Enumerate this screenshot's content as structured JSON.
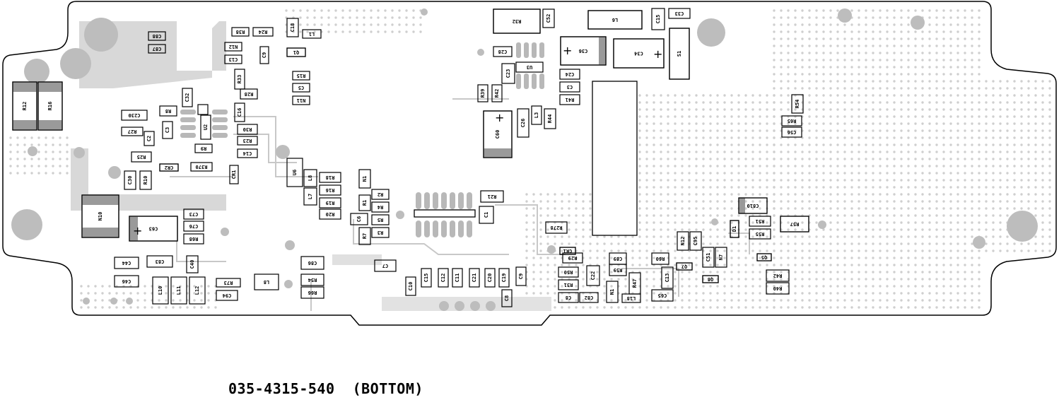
{
  "drawing": {
    "part_caption": "035-4315-540  (BOTTOM)"
  },
  "components": [
    {
      "ref": "C88",
      "rot": 0
    },
    {
      "ref": "C87",
      "rot": 0
    },
    {
      "ref": "R38",
      "rot": 0
    },
    {
      "ref": "R24",
      "rot": 0
    },
    {
      "ref": "C18",
      "rot": 90
    },
    {
      "ref": "L1",
      "rot": 0
    },
    {
      "ref": "N12",
      "rot": 0
    },
    {
      "ref": "C13",
      "rot": 0
    },
    {
      "ref": "Q1",
      "rot": 0
    },
    {
      "ref": "C9",
      "rot": 90
    },
    {
      "ref": "R33",
      "rot": 90
    },
    {
      "ref": "R15",
      "rot": 0
    },
    {
      "ref": "C5",
      "rot": 0
    },
    {
      "ref": "N11",
      "rot": 0
    },
    {
      "ref": "R28",
      "rot": 0
    },
    {
      "ref": "C16",
      "rot": 90
    },
    {
      "ref": "R30",
      "rot": 0
    },
    {
      "ref": "R23",
      "rot": 0
    },
    {
      "ref": "C14",
      "rot": 0
    },
    {
      "ref": "R12",
      "rot": 90
    },
    {
      "ref": "R16",
      "rot": 90
    },
    {
      "ref": "C32",
      "rot": 90
    },
    {
      "ref": "R8",
      "rot": 0
    },
    {
      "ref": "C230",
      "rot": 0
    },
    {
      "ref": "R27",
      "rot": 0
    },
    {
      "ref": "C2",
      "rot": 90
    },
    {
      "ref": "C3",
      "rot": 90
    },
    {
      "ref": "U2",
      "rot": 90
    },
    {
      "ref": "R9",
      "rot": 0
    },
    {
      "ref": "R25",
      "rot": 0
    },
    {
      "ref": "CR2",
      "rot": 0
    },
    {
      "ref": "R370",
      "rot": 0
    },
    {
      "ref": "CR1",
      "rot": 90
    },
    {
      "ref": "C30",
      "rot": 90
    },
    {
      "ref": "R10",
      "rot": 90
    },
    {
      "ref": "N10",
      "rot": 90
    },
    {
      "ref": "C73",
      "rot": 0
    },
    {
      "ref": "C76",
      "rot": 0
    },
    {
      "ref": "C63",
      "rot": 0
    },
    {
      "ref": "R68",
      "rot": 0
    },
    {
      "ref": "C44",
      "rot": 0
    },
    {
      "ref": "C83",
      "rot": 0
    },
    {
      "ref": "C46",
      "rot": 0
    },
    {
      "ref": "C40",
      "rot": 90
    },
    {
      "ref": "L10",
      "rot": 90
    },
    {
      "ref": "L11",
      "rot": 90
    },
    {
      "ref": "L12",
      "rot": 90
    },
    {
      "ref": "R73",
      "rot": 0
    },
    {
      "ref": "C94",
      "rot": 0
    },
    {
      "ref": "L8",
      "rot": 0
    },
    {
      "ref": "C86",
      "rot": 0
    },
    {
      "ref": "R54",
      "rot": 0
    },
    {
      "ref": "R66",
      "rot": 0
    },
    {
      "ref": "U6",
      "rot": 90
    },
    {
      "ref": "L8",
      "rot": 90
    },
    {
      "ref": "L7",
      "rot": 90
    },
    {
      "ref": "R18",
      "rot": 0
    },
    {
      "ref": "R16",
      "rot": 0
    },
    {
      "ref": "R19",
      "rot": 0
    },
    {
      "ref": "R20",
      "rot": 0
    },
    {
      "ref": "N1",
      "rot": 90
    },
    {
      "ref": "R1",
      "rot": 90
    },
    {
      "ref": "C6",
      "rot": 90
    },
    {
      "ref": "R7",
      "rot": 90
    },
    {
      "ref": "R2",
      "rot": 0
    },
    {
      "ref": "R4",
      "rot": 0
    },
    {
      "ref": "R5",
      "rot": 0
    },
    {
      "ref": "R3",
      "rot": 0
    },
    {
      "ref": "R21",
      "rot": 0
    },
    {
      "ref": "C1",
      "rot": 90
    },
    {
      "ref": "C7",
      "rot": 0
    },
    {
      "ref": "C10",
      "rot": 90
    },
    {
      "ref": "C15",
      "rot": 90
    },
    {
      "ref": "C12",
      "rot": 90
    },
    {
      "ref": "C11",
      "rot": 90
    },
    {
      "ref": "C21",
      "rot": 90
    },
    {
      "ref": "C20",
      "rot": 90
    },
    {
      "ref": "C19",
      "rot": 90
    },
    {
      "ref": "C8",
      "rot": 90
    },
    {
      "ref": "C9",
      "rot": 90
    },
    {
      "ref": "R32",
      "rot": 0
    },
    {
      "ref": "C52",
      "rot": 90
    },
    {
      "ref": "C28",
      "rot": 0
    },
    {
      "ref": "C23",
      "rot": 90
    },
    {
      "ref": "U3",
      "rot": 0
    },
    {
      "ref": "R39",
      "rot": 90
    },
    {
      "ref": "R42",
      "rot": 90
    },
    {
      "ref": "C60",
      "rot": 90
    },
    {
      "ref": "C26",
      "rot": 90
    },
    {
      "ref": "L3",
      "rot": 90
    },
    {
      "ref": "R44",
      "rot": 90
    },
    {
      "ref": "L6",
      "rot": 0
    },
    {
      "ref": "C36",
      "rot": 0
    },
    {
      "ref": "C15",
      "rot": 90
    },
    {
      "ref": "C33",
      "rot": 0
    },
    {
      "ref": "C34",
      "rot": 0
    },
    {
      "ref": "S1",
      "rot": 90
    },
    {
      "ref": "C24",
      "rot": 0
    },
    {
      "ref": "C3",
      "rot": 0
    },
    {
      "ref": "R41",
      "rot": 0
    },
    {
      "ref": "R278",
      "rot": 0
    },
    {
      "ref": "CR1",
      "rot": 0
    },
    {
      "ref": "R29",
      "rot": 0
    },
    {
      "ref": "C89",
      "rot": 0
    },
    {
      "ref": "C22",
      "rot": 90
    },
    {
      "ref": "R59",
      "rot": 0
    },
    {
      "ref": "R50",
      "rot": 0
    },
    {
      "ref": "R31",
      "rot": 0
    },
    {
      "ref": "C8",
      "rot": 0
    },
    {
      "ref": "C82",
      "rot": 0
    },
    {
      "ref": "N1",
      "rot": 90
    },
    {
      "ref": "L18",
      "rot": 0
    },
    {
      "ref": "R47",
      "rot": 90
    },
    {
      "ref": "C65",
      "rot": 0
    },
    {
      "ref": "R60",
      "rot": 0
    },
    {
      "ref": "C13",
      "rot": 90
    },
    {
      "ref": "Q7",
      "rot": 0
    },
    {
      "ref": "N12",
      "rot": 90
    },
    {
      "ref": "C95",
      "rot": 90
    },
    {
      "ref": "C51",
      "rot": 90
    },
    {
      "ref": "N7",
      "rot": 90
    },
    {
      "ref": "Q8",
      "rot": 0
    },
    {
      "ref": "C810",
      "rot": 0
    },
    {
      "ref": "D1",
      "rot": 90
    },
    {
      "ref": "R51",
      "rot": 0
    },
    {
      "ref": "R55",
      "rot": 0
    },
    {
      "ref": "R57",
      "rot": 0
    },
    {
      "ref": "Q5",
      "rot": 0
    },
    {
      "ref": "R42",
      "rot": 0
    },
    {
      "ref": "R40",
      "rot": 0
    },
    {
      "ref": "R54",
      "rot": 90
    },
    {
      "ref": "R65",
      "rot": 0
    },
    {
      "ref": "C56",
      "rot": 0
    }
  ]
}
